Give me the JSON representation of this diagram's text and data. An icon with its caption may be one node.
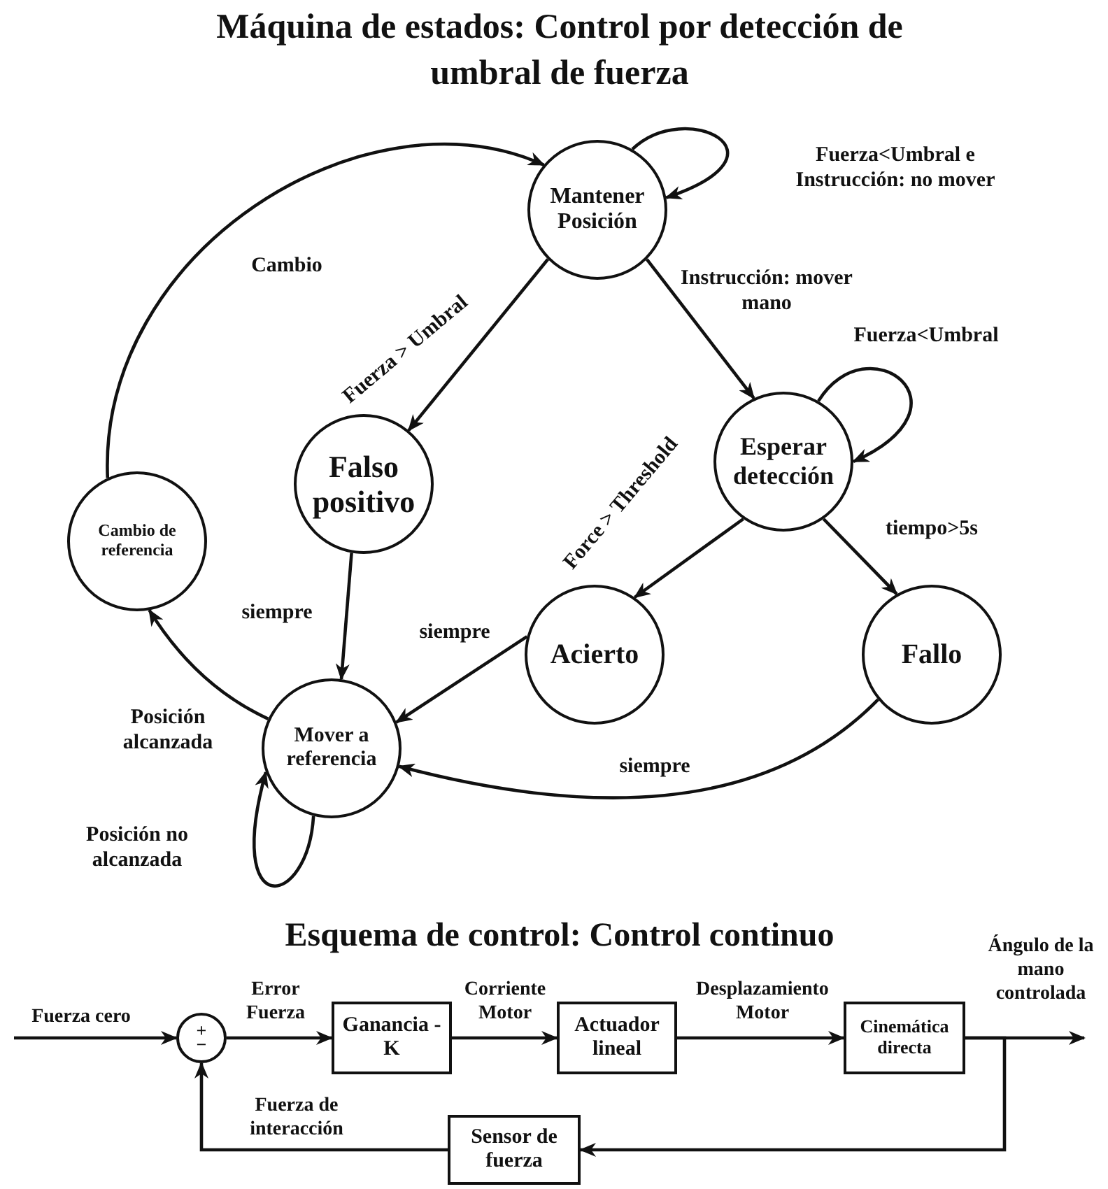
{
  "diagram": {
    "title": "Máquina de estados: Control por detección de umbral de fuerza",
    "nodes": [
      {
        "text": [
          "Mantener Posición"
        ]
      },
      {
        "text": [
          "Falso positivo"
        ]
      },
      {
        "text": [
          "Esperar detección"
        ]
      },
      {
        "text": [
          "Cambio de referencia"
        ]
      },
      {
        "text": [
          "Acierto"
        ]
      },
      {
        "text": [
          "Fallo"
        ]
      },
      {
        "text": [
          "Mover a referencia"
        ]
      },
      {
        "text": [
          "+",
          "−"
        ]
      },
      {
        "text": [
          "Ganancia -K"
        ]
      },
      {
        "text": [
          "Actuador lineal"
        ]
      },
      {
        "text": [
          "Cinemática directa"
        ]
      },
      {
        "text": [
          "Sensor de fuerza"
        ]
      }
    ],
    "edges": [
      {
        "from": 3,
        "to": 0,
        "arrow": "to",
        "label": "Cambio"
      },
      {
        "from": 0,
        "to": 0,
        "arrow": "to",
        "label": "Fuerza<Umbral e Instrucción: no mover"
      },
      {
        "from": 0,
        "to": 1,
        "arrow": "to",
        "label": "Fuerza > Umbral"
      },
      {
        "from": 0,
        "to": 2,
        "arrow": "to",
        "label": "Instrucción: mover mano"
      },
      {
        "from": 2,
        "to": 2,
        "arrow": "to",
        "label": "Fuerza<Umbral"
      },
      {
        "from": 2,
        "to": 4,
        "arrow": "to",
        "label": "Force > Threshold"
      },
      {
        "from": 2,
        "to": 5,
        "arrow": "to",
        "label": "tiempo>5s"
      },
      {
        "from": 1,
        "to": 6,
        "arrow": "to",
        "label": "siempre"
      },
      {
        "from": 4,
        "to": 6,
        "arrow": "to",
        "label": "siempre"
      },
      {
        "from": 5,
        "to": 6,
        "arrow": "to",
        "label": "siempre"
      },
      {
        "from": 6,
        "to": 3,
        "arrow": "to",
        "label": "Posición alcanzada"
      },
      {
        "from": 6,
        "to": 6,
        "arrow": "to",
        "label": "Posición no alcanzada"
      },
      {
        "from": null,
        "to": 7,
        "arrow": "to",
        "label": "Fuerza cero"
      },
      {
        "from": 7,
        "to": 8,
        "arrow": "to",
        "label": "Error Fuerza"
      },
      {
        "from": 8,
        "to": 9,
        "arrow": "to",
        "label": "Corriente Motor"
      },
      {
        "from": 9,
        "to": 10,
        "arrow": "to",
        "label": "Desplazamiento Motor"
      },
      {
        "from": 10,
        "to": null,
        "arrow": "to",
        "label": "Ángulo de la mano controlada"
      },
      {
        "from": 10,
        "to": 11,
        "arrow": "to"
      },
      {
        "from": 11,
        "to": 7,
        "arrow": "to",
        "label": "Fuerza de interacción"
      }
    ],
    "labels": [
      "Esquema de control: Control continuo"
    ]
  }
}
